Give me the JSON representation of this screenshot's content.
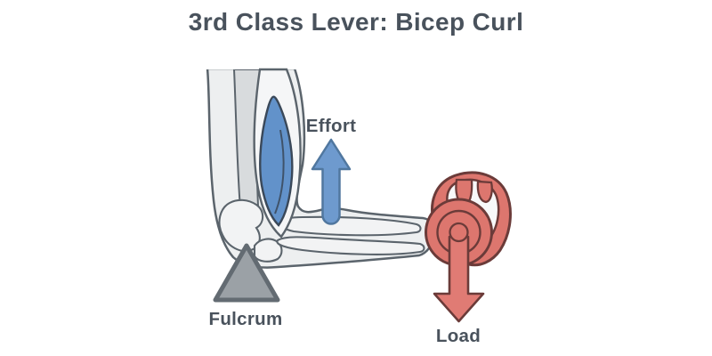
{
  "title": "3rd Class Lever: Bicep Curl",
  "diagram": {
    "labels": {
      "effort": "Effort",
      "fulcrum": "Fulcrum",
      "load": "Load"
    }
  },
  "colors": {
    "background": "#ffffff",
    "text": "#49525c",
    "effort_blue": "#6e9ace",
    "effort_blue_outline": "#50779f",
    "bicep_blue": "#6292ca",
    "bicep_outline": "#3a4859",
    "load_red": "#dd766e",
    "load_red_outline": "#6b3b39",
    "fulcrum_gray": "#9ba1a6",
    "fulcrum_outline": "#636b72",
    "arm_fill": "#edeff0",
    "arm_shadow": "#d8dbdd",
    "arm_outline": "#5b646c",
    "bone_fill": "#f2f3f4"
  }
}
